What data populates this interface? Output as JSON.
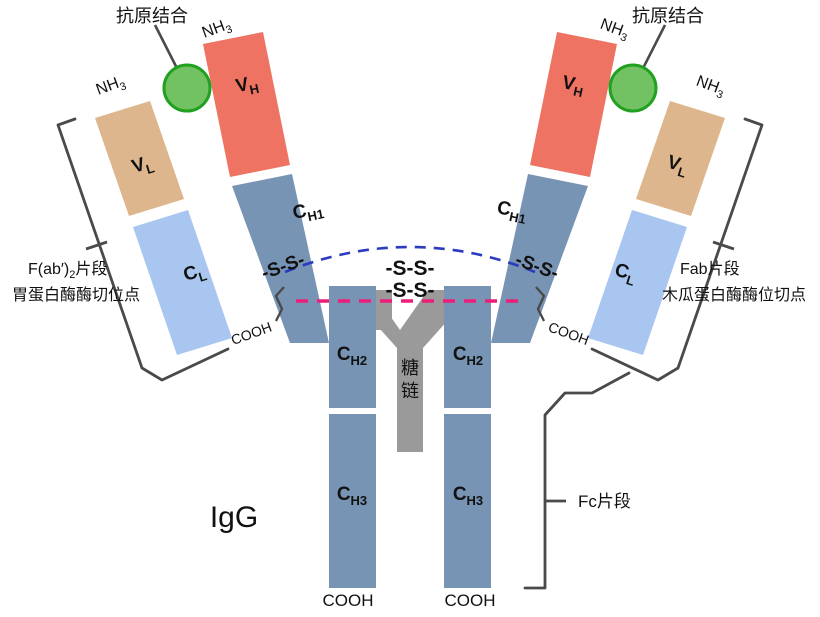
{
  "figure": {
    "title": "IgG",
    "background": "#ffffff"
  },
  "colors": {
    "variable_heavy": "#ef7362",
    "variable_light": "#ddb68d",
    "constant_light": "#a8c6f0",
    "constant_heavy": "#7894b4",
    "glycan": "#9a9a9a",
    "antigen_circle_fill": "#72c263",
    "antigen_circle_stroke": "#21a021",
    "bracket": "#4a4a4a",
    "pepsin_line": "#ec1e79",
    "papain_line": "#2b3bbf",
    "text": "#111111"
  },
  "domains": {
    "vh": "V",
    "vh_sub": "H",
    "vl": "V",
    "vl_sub": "L",
    "cl": "C",
    "cl_sub": "L",
    "ch1": "C",
    "ch1_sub": "H1",
    "ch2": "C",
    "ch2_sub": "H2",
    "ch3": "C",
    "ch3_sub": "H3"
  },
  "termini": {
    "n_term": "NH",
    "n_term_sub": "3",
    "c_term": "COOH"
  },
  "annotations": {
    "antigen_binding_left": "抗原结合",
    "antigen_binding_right": "抗原结合",
    "glycan_line1": "糖",
    "glycan_line2": "链",
    "disulfide_short": "-S-S-",
    "disulfide_hinge_1": "-S-S-",
    "disulfide_hinge_2": "-S-S-"
  },
  "brackets": {
    "left": {
      "line1": "F(ab′)",
      "line1_sub": "2",
      "line1_tail": "片段",
      "line2": "胃蛋白酶酶切位点"
    },
    "right": {
      "line1": "Fab片段",
      "line2": "木瓜蛋白酶酶位切点"
    },
    "fc": {
      "label": "Fc片段"
    }
  }
}
